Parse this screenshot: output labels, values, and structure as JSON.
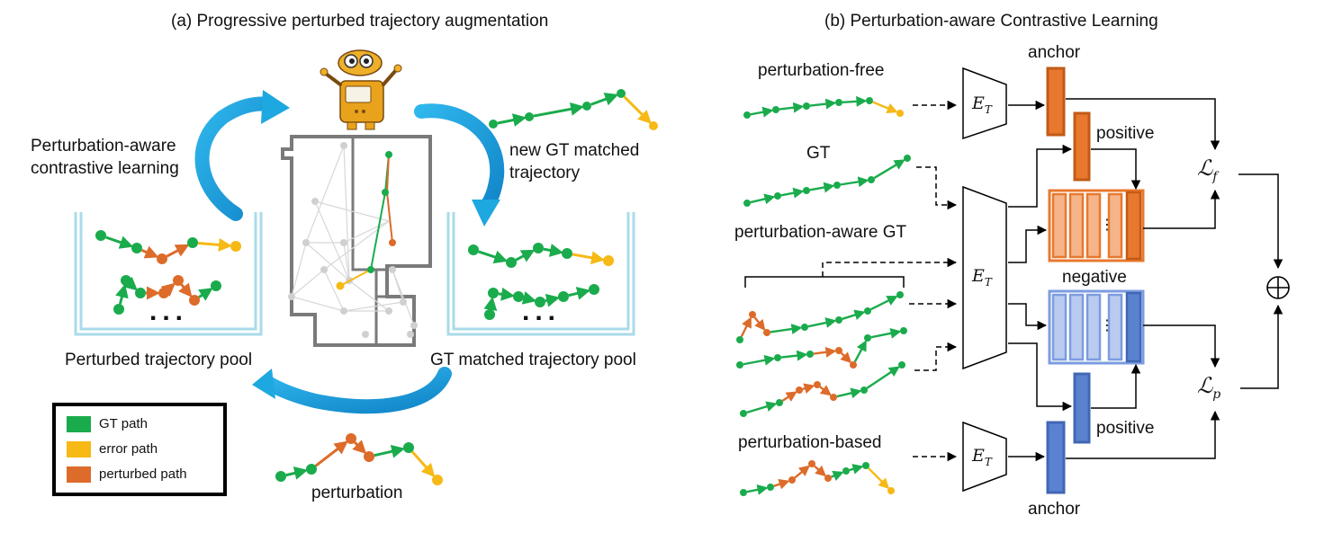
{
  "panel_a": {
    "title": "(a) Progressive perturbed trajectory augmentation",
    "label_contrastive_line1": "Perturbation-aware",
    "label_contrastive_line2": "contrastive learning",
    "label_new_gt_line1": "new GT matched",
    "label_new_gt_line2": "trajectory",
    "pool_left": "Perturbed trajectory pool",
    "pool_right": "GT matched trajectory pool",
    "perturbation": "perturbation",
    "ellipsis": "..."
  },
  "legend": [
    {
      "label": "GT path",
      "color": "#1aab4c"
    },
    {
      "label": "error path",
      "color": "#f6b915"
    },
    {
      "label": "perturbed path",
      "color": "#dd6b2a"
    }
  ],
  "panel_b": {
    "title": "(b) Perturbation-aware Contrastive Learning",
    "perturbation_free": "perturbation-free",
    "gt": "GT",
    "perturbation_aware_gt": "perturbation-aware GT",
    "perturbation_based": "perturbation-based",
    "anchor_top": "anchor",
    "positive_top": "positive",
    "negative": "negative",
    "positive_bottom": "positive",
    "anchor_bottom": "anchor",
    "encoder_main": "E",
    "encoder_sub": "T",
    "loss_f_main": "ℒ",
    "loss_f_sub": "f",
    "loss_p_main": "ℒ",
    "loss_p_sub": "p",
    "plus": "⊕",
    "vdots": "⋮"
  },
  "colors": {
    "gt": "#1aab4c",
    "error": "#f6b915",
    "perturbed": "#dd6b2a",
    "orange_feature": "#e8782e",
    "orange_light": "#f5b48a",
    "blue_feature": "#5a82d0",
    "blue_light": "#b9cbef",
    "pool": "#a9dbe9",
    "cycle_arrow": "#1ea8e0"
  }
}
